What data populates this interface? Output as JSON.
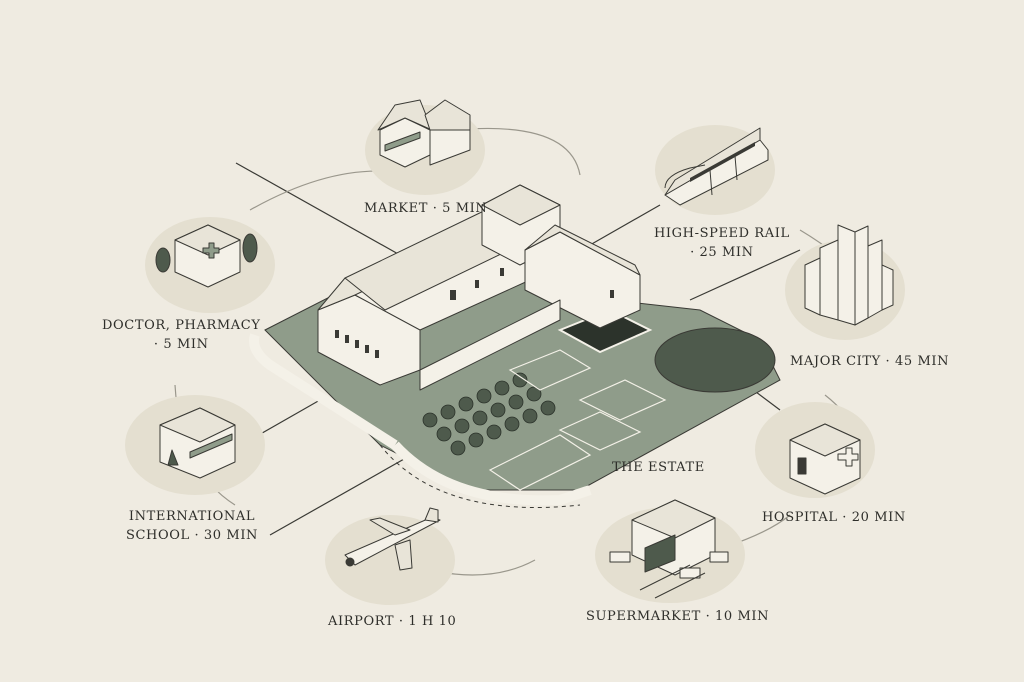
{
  "map": {
    "estate": {
      "label": "THE ESTATE"
    },
    "destinations": [
      {
        "id": "market",
        "lines": [
          "MARKET · 5 MIN"
        ],
        "icon": "market-stall-icon"
      },
      {
        "id": "rail",
        "lines": [
          "HIGH-SPEED RAIL",
          "· 25 MIN"
        ],
        "icon": "train-icon"
      },
      {
        "id": "city",
        "lines": [
          "MAJOR CITY · 45 MIN"
        ],
        "icon": "skyscrapers-icon"
      },
      {
        "id": "hospital",
        "lines": [
          "HOSPITAL · 20 MIN"
        ],
        "icon": "hospital-icon"
      },
      {
        "id": "supermarket",
        "lines": [
          "SUPERMARKET · 10 MIN"
        ],
        "icon": "supermarket-icon"
      },
      {
        "id": "airport",
        "lines": [
          "AIRPORT · 1 H 10"
        ],
        "icon": "airplane-icon"
      },
      {
        "id": "school",
        "lines": [
          "INTERNATIONAL",
          "SCHOOL · 30 MIN"
        ],
        "icon": "school-icon"
      },
      {
        "id": "doctor",
        "lines": [
          "DOCTOR, PHARMACY",
          "· 5 MIN"
        ],
        "icon": "pharmacy-icon"
      }
    ],
    "colors": {
      "background": "#efebe1",
      "land": "#8f9c8a",
      "land_dark": "#4e5a4c",
      "building_wall": "#f4f1e8",
      "building_roof": "#e8e4d8",
      "line": "#3a3a35",
      "badge": "#e4dfd0"
    }
  }
}
